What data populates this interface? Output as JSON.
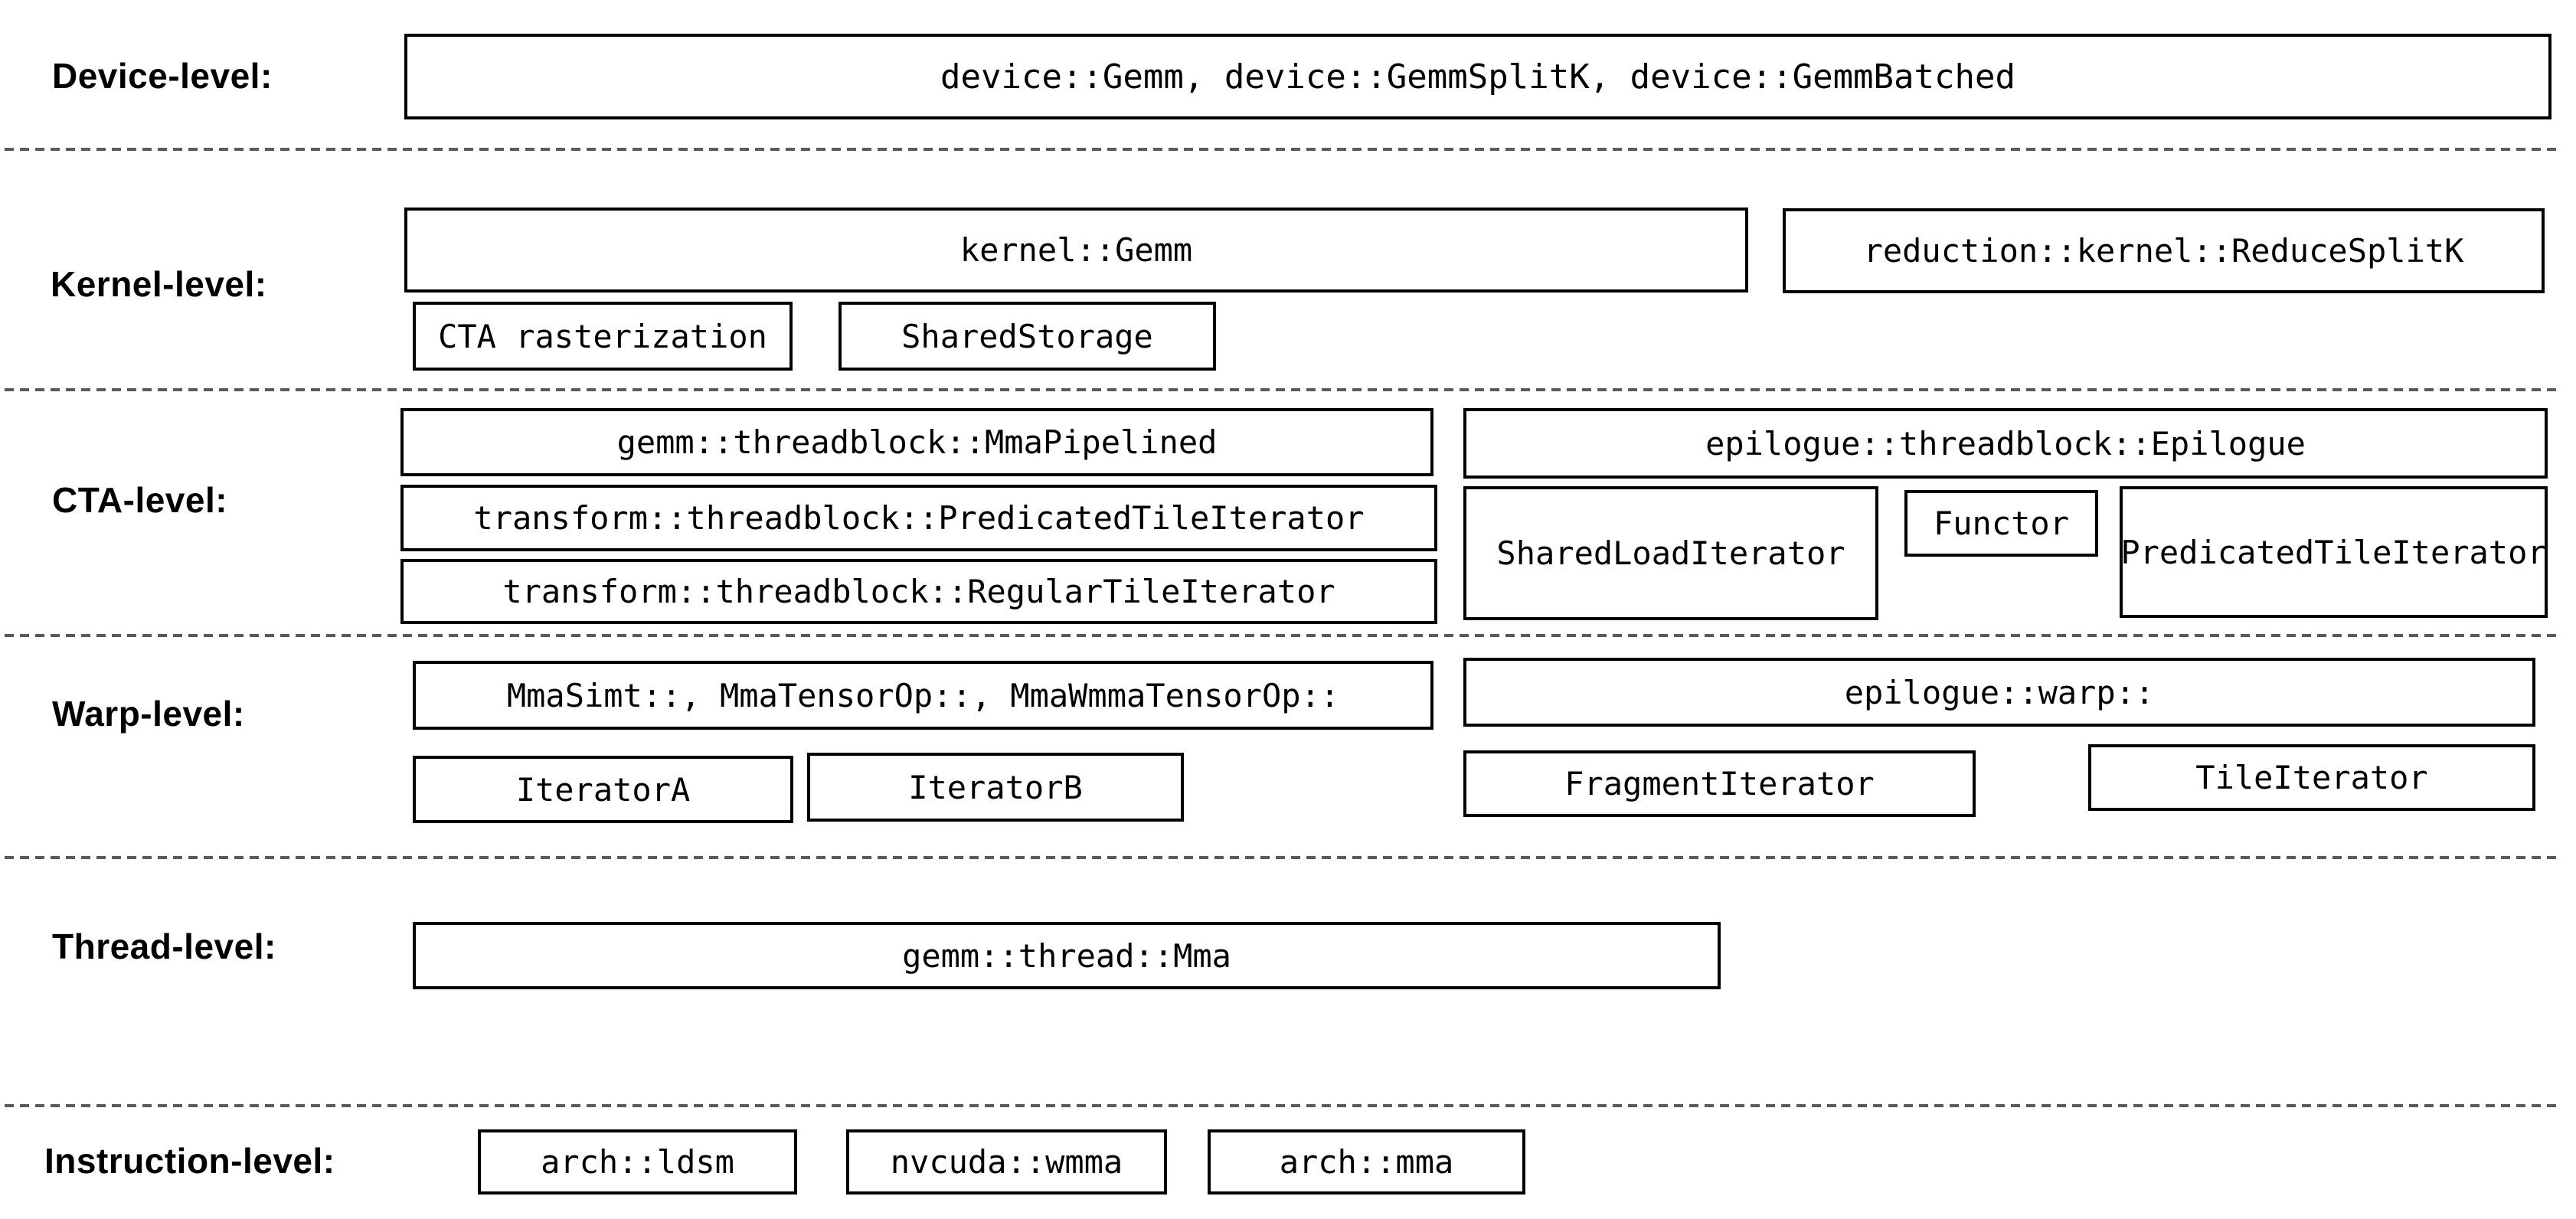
{
  "colors": {
    "background": "#ffffff",
    "box_border": "#000000",
    "text": "#000000",
    "separator": "#595959"
  },
  "levels": {
    "device": {
      "label": "Device-level:",
      "box": "device::Gemm, device::GemmSplitK, device::GemmBatched"
    },
    "kernel": {
      "label": "Kernel-level:",
      "gemm": "kernel::Gemm",
      "reduce_splitk": "reduction::kernel::ReduceSplitK",
      "cta_rasterization": "CTA rasterization",
      "shared_storage": "SharedStorage"
    },
    "cta": {
      "label": "CTA-level:",
      "mma_pipelined": "gemm::threadblock::MmaPipelined",
      "predicated_tile_iterator": "transform::threadblock::PredicatedTileIterator",
      "regular_tile_iterator": "transform::threadblock::RegularTileIterator",
      "epilogue": "epilogue::threadblock::Epilogue",
      "shared_load_iterator": "SharedLoadIterator",
      "functor": "Functor",
      "epilogue_predicated_tile_iterator": "PredicatedTileIterator"
    },
    "warp": {
      "label": "Warp-level:",
      "mma": "MmaSimt::, MmaTensorOp::, MmaWmmaTensorOp::",
      "iterator_a": "IteratorA",
      "iterator_b": "IteratorB",
      "epilogue_warp": "epilogue::warp::",
      "fragment_iterator": "FragmentIterator",
      "tile_iterator": "TileIterator"
    },
    "thread": {
      "label": "Thread-level:",
      "mma": "gemm::thread::Mma"
    },
    "instruction": {
      "label": "Instruction-level:",
      "arch_ldsm": "arch::ldsm",
      "nvcuda_wmma": "nvcuda::wmma",
      "arch_mma": "arch::mma"
    }
  }
}
